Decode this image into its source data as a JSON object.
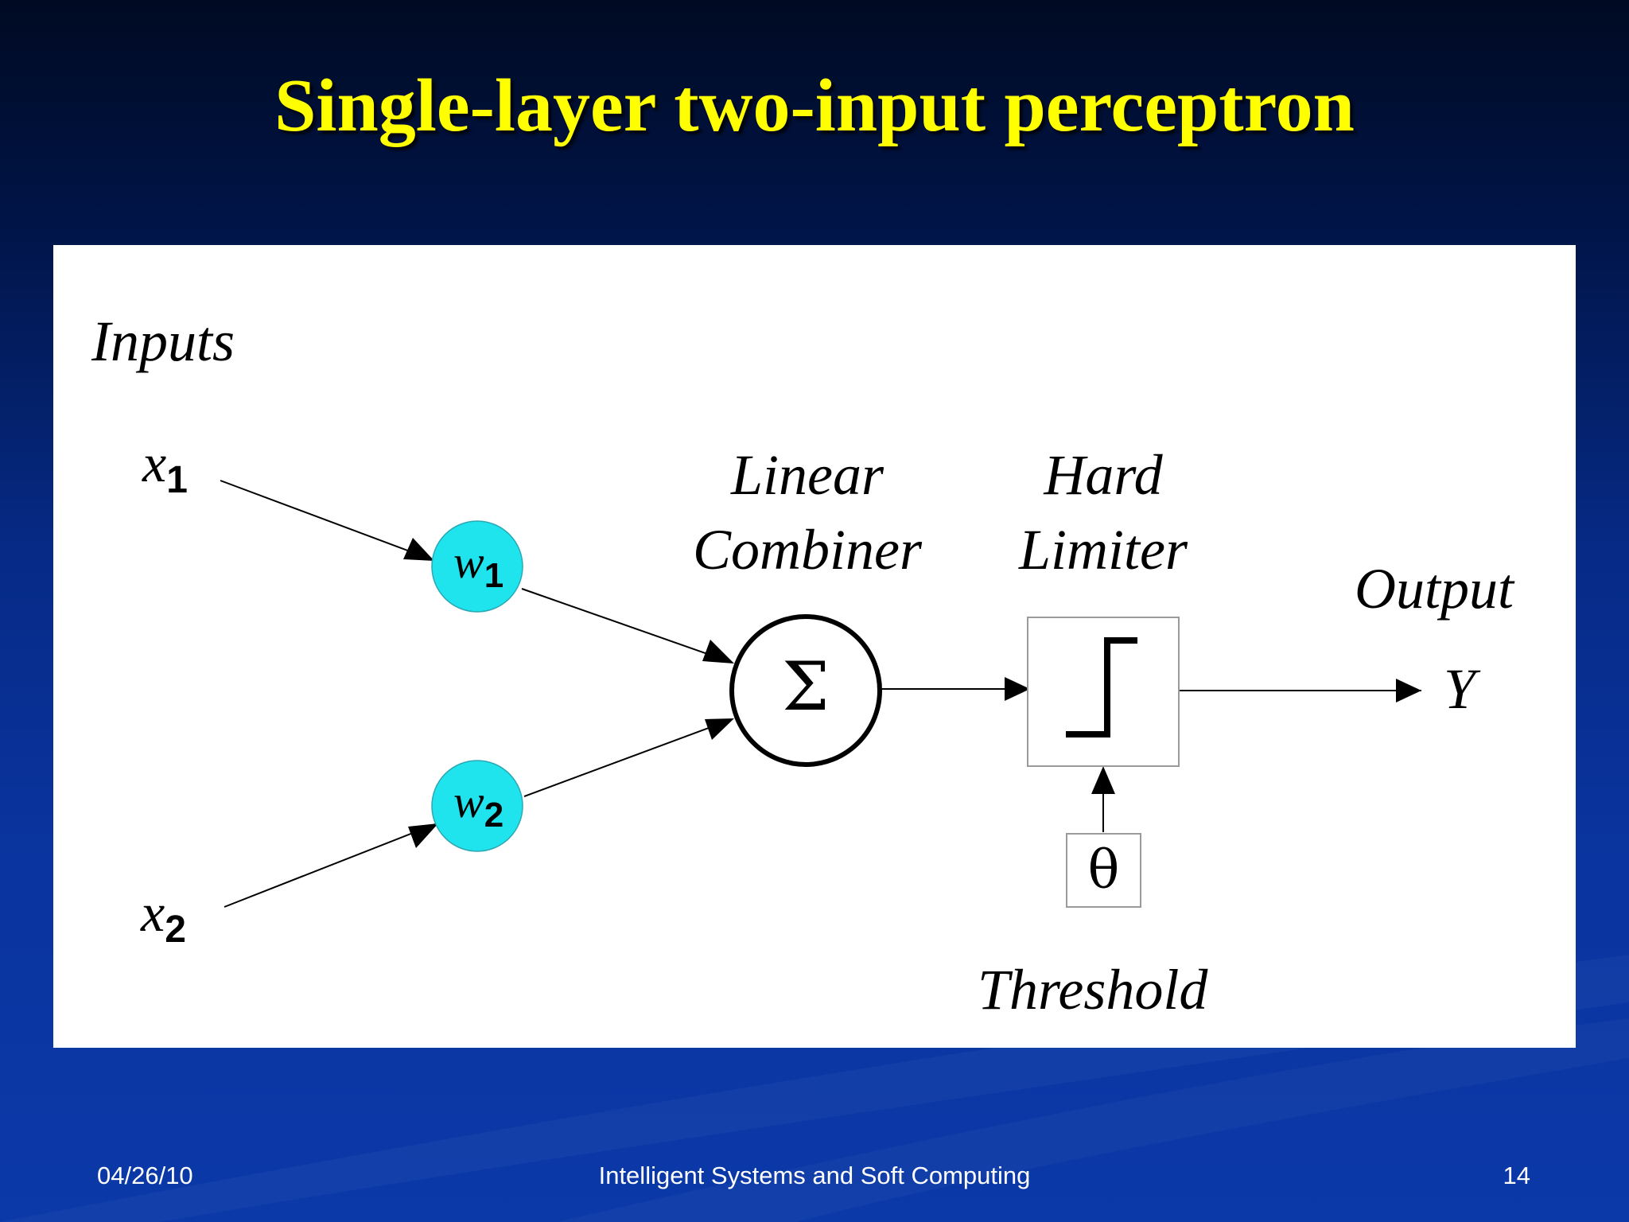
{
  "slide": {
    "title": "Single-layer two-input perceptron"
  },
  "diagram": {
    "inputs_label": "Inputs",
    "x1": {
      "symbol": "x",
      "subscript": "1"
    },
    "x2": {
      "symbol": "x",
      "subscript": "2"
    },
    "w1": {
      "symbol": "w",
      "subscript": "1"
    },
    "w2": {
      "symbol": "w",
      "subscript": "2"
    },
    "linear_combiner": {
      "line1": "Linear",
      "line2": "Combiner",
      "symbol": "Σ"
    },
    "hard_limiter": {
      "line1": "Hard",
      "line2": "Limiter"
    },
    "threshold": {
      "label": "Threshold",
      "symbol": "θ"
    },
    "output": {
      "label": "Output",
      "symbol": "Y"
    },
    "colors": {
      "weight_node": "#1fe4ee",
      "figure_background": "#ffffff",
      "title": "#ffff00"
    }
  },
  "footer": {
    "date": "04/26/10",
    "course": "Intelligent Systems and Soft Computing",
    "page": "14"
  }
}
